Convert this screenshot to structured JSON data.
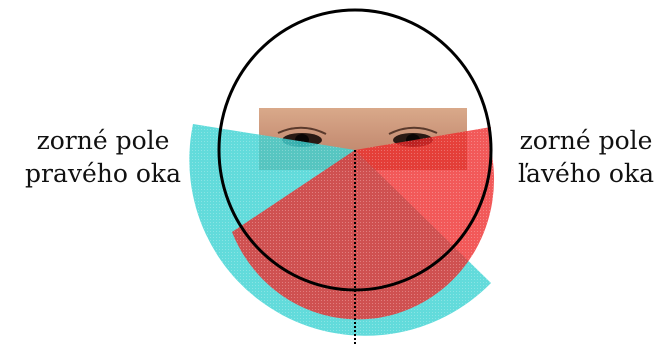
{
  "labels": {
    "right_eye_field": [
      "zorné pole",
      "pravého oka"
    ],
    "left_eye_field": [
      "zorné pole",
      "ľavého oka"
    ]
  },
  "colors": {
    "right_eye_field": "#3fd3d3",
    "left_eye_field": "#ee2a2a",
    "overlap": "#c43a3a",
    "outline": "#000000"
  },
  "photo": {
    "subject": "eyes-photo"
  }
}
